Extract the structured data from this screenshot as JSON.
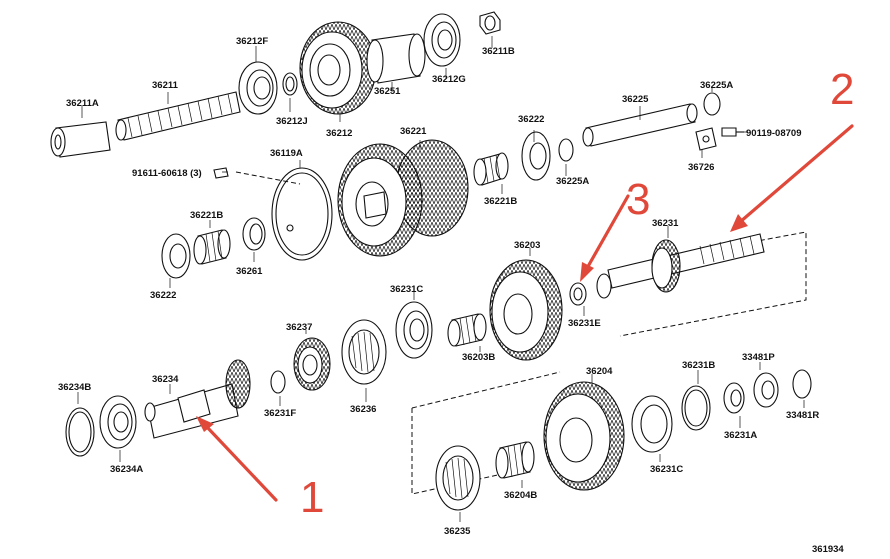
{
  "diagram_code": "361934",
  "part_labels": [
    "36212F",
    "36212",
    "36251",
    "36212G",
    "36211B",
    "36211A",
    "36211",
    "36212J",
    "36225",
    "36225A",
    "90119-08709",
    "36726",
    "36222",
    "36225A",
    "36221B",
    "36221",
    "36119A",
    "91611-60618 (3)",
    "36221B",
    "36222",
    "36261",
    "36231",
    "36203",
    "36231E",
    "36231C",
    "36203B",
    "36237",
    "36236",
    "36231F",
    "36234B",
    "36234",
    "36234A",
    "36204",
    "36231B",
    "33481P",
    "33481R",
    "36231A",
    "36231C",
    "36235",
    "36204B"
  ],
  "callouts": [
    "1",
    "2",
    "3"
  ]
}
